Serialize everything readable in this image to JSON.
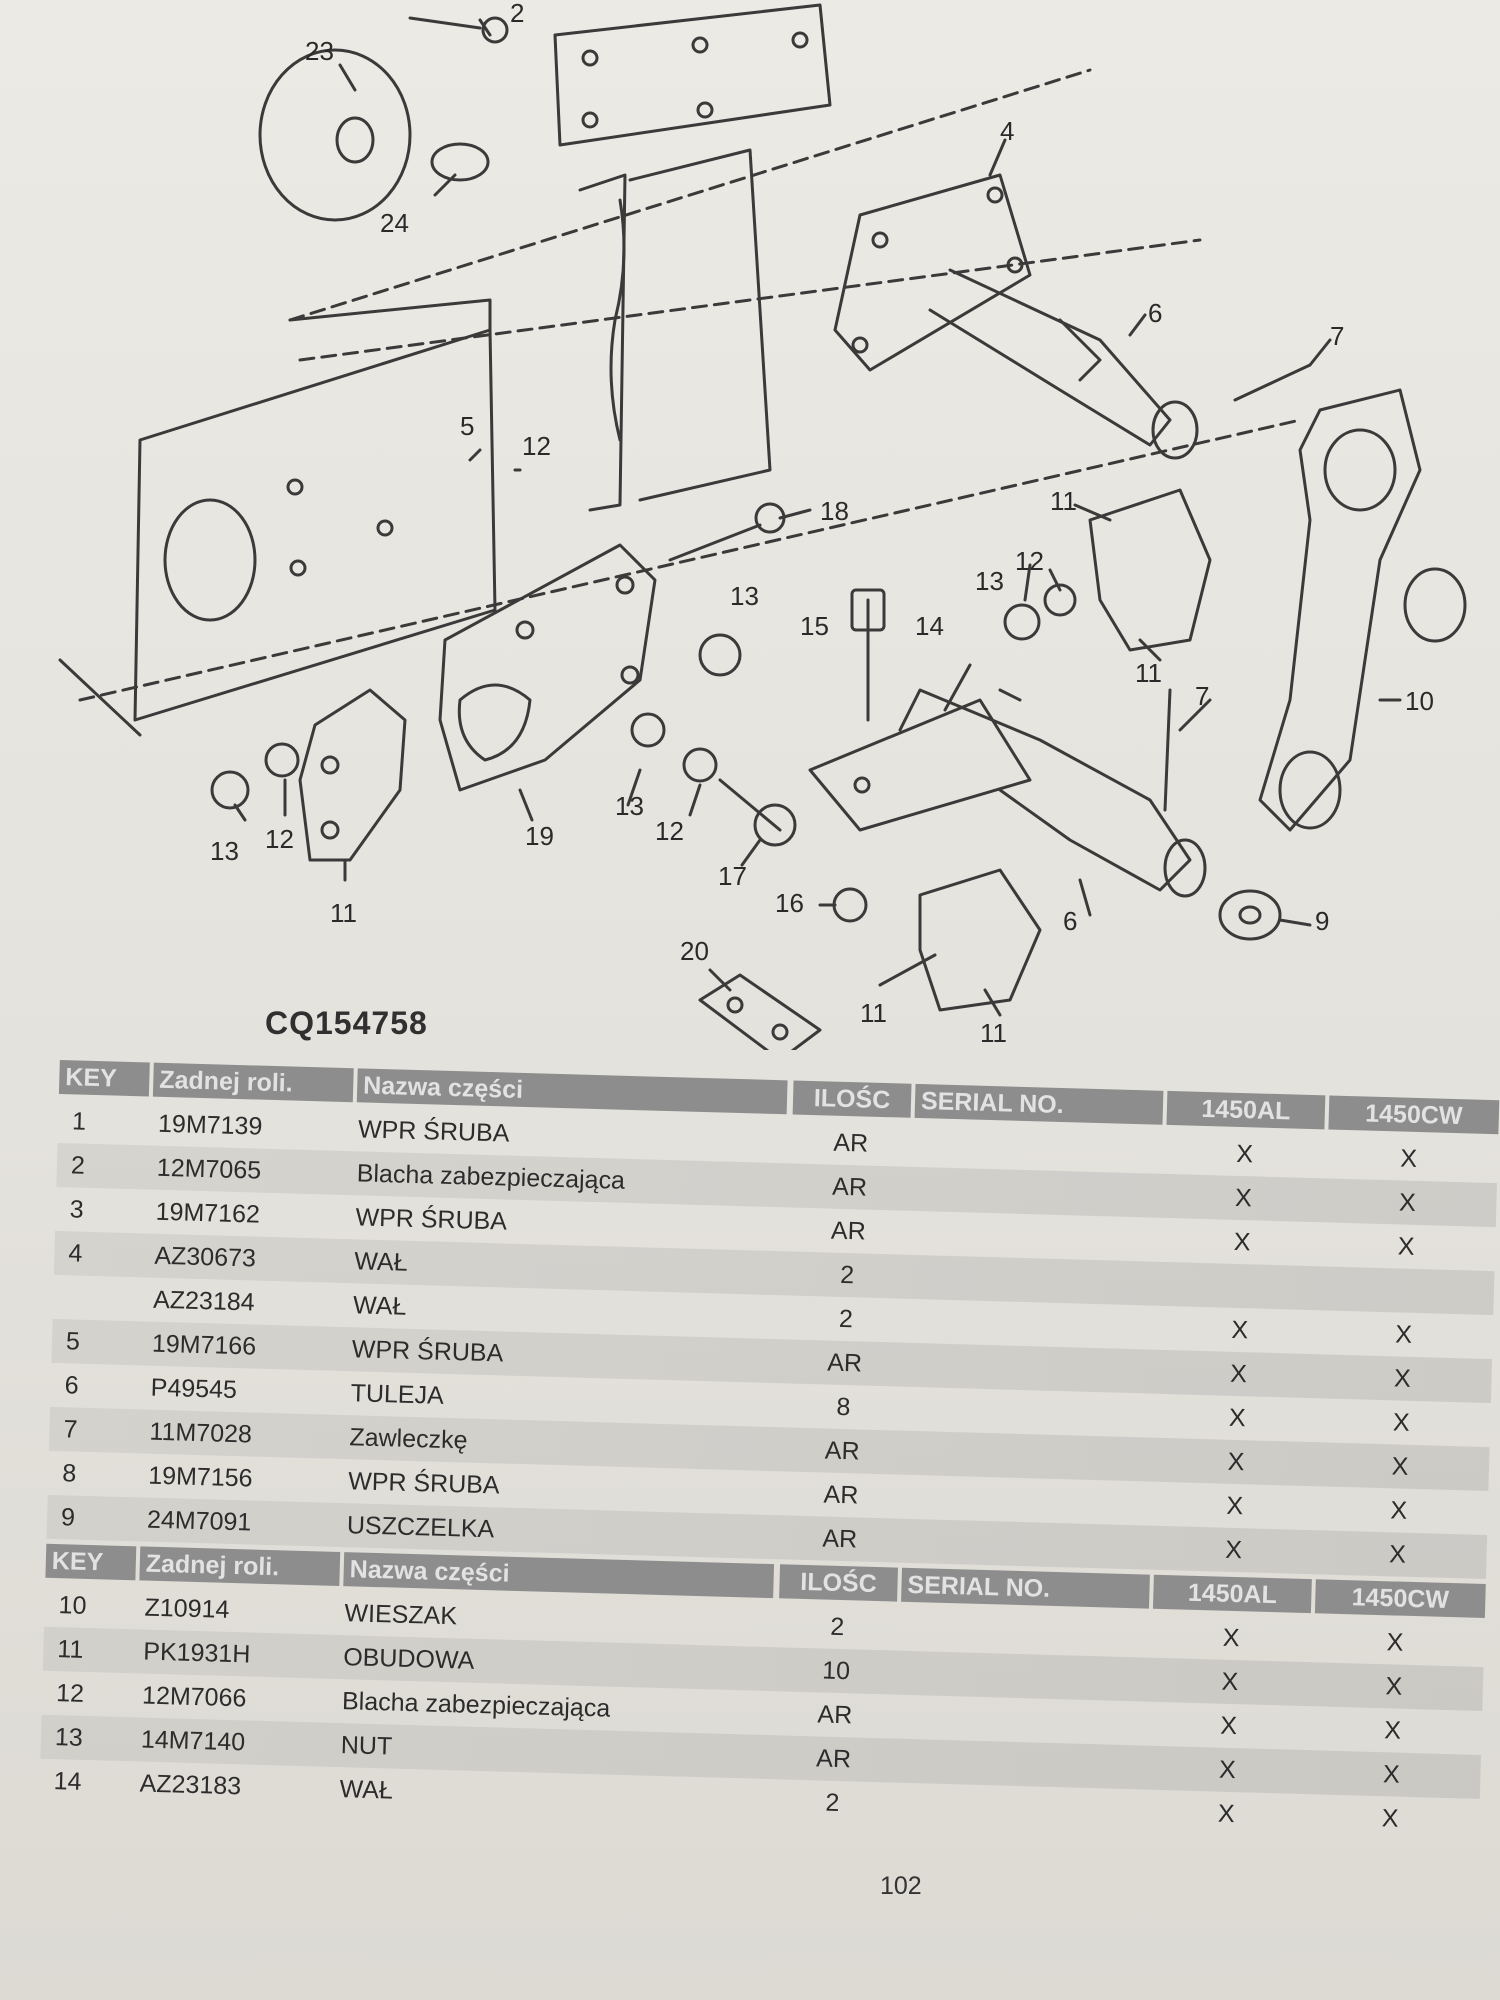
{
  "diagram": {
    "id": "CQ154758",
    "callouts": [
      "23",
      "2",
      "4",
      "24",
      "6",
      "7",
      "5",
      "12",
      "18",
      "11",
      "12",
      "13",
      "13",
      "15",
      "14",
      "11",
      "7",
      "10",
      "13",
      "12",
      "11",
      "19",
      "13",
      "12",
      "17",
      "16",
      "6",
      "9",
      "20",
      "11",
      "11"
    ]
  },
  "table": {
    "headers": {
      "key": "KEY",
      "part_no": "Zadnej roli.",
      "name": "Nazwa części",
      "qty": "ILOŚC",
      "serial": "SERIAL NO.",
      "model1": "1450AL",
      "model2": "1450CW"
    },
    "header2": {
      "key": "KEY",
      "part_no": "Zadnej roli.",
      "name": "Nazwa części",
      "qty": "ILOŚC",
      "serial": "SERIAL NO.",
      "model1": "1450AL",
      "model2": "1450CW"
    },
    "rows1": [
      {
        "key": "1",
        "part": "19M7139",
        "name": "WPR ŚRUBA",
        "qty": "AR",
        "m1": "X",
        "m2": "X"
      },
      {
        "key": "2",
        "part": "12M7065",
        "name": "Blacha zabezpieczająca",
        "qty": "AR",
        "m1": "X",
        "m2": "X"
      },
      {
        "key": "3",
        "part": "19M7162",
        "name": "WPR ŚRUBA",
        "qty": "AR",
        "m1": "X",
        "m2": "X"
      },
      {
        "key": "4",
        "part": "AZ30673",
        "name": "WAŁ",
        "qty": "2",
        "m1": "",
        "m2": ""
      },
      {
        "key": "",
        "part": "AZ23184",
        "name": "WAŁ",
        "qty": "2",
        "m1": "X",
        "m2": "X"
      },
      {
        "key": "5",
        "part": "19M7166",
        "name": "WPR ŚRUBA",
        "qty": "AR",
        "m1": "X",
        "m2": "X"
      },
      {
        "key": "6",
        "part": "P49545",
        "name": "TULEJA",
        "qty": "8",
        "m1": "X",
        "m2": "X"
      },
      {
        "key": "7",
        "part": "11M7028",
        "name": "Zawleczkę",
        "qty": "AR",
        "m1": "X",
        "m2": "X"
      },
      {
        "key": "8",
        "part": "19M7156",
        "name": "WPR ŚRUBA",
        "qty": "AR",
        "m1": "X",
        "m2": "X"
      },
      {
        "key": "9",
        "part": "24M7091",
        "name": "USZCZELKA",
        "qty": "AR",
        "m1": "X",
        "m2": "X"
      }
    ],
    "rows2": [
      {
        "key": "10",
        "part": "Z10914",
        "name": "WIESZAK",
        "qty": "2",
        "m1": "X",
        "m2": "X"
      },
      {
        "key": "11",
        "part": "PK1931H",
        "name": "OBUDOWA",
        "qty": "10",
        "m1": "X",
        "m2": "X"
      },
      {
        "key": "12",
        "part": "12M7066",
        "name": "Blacha zabezpieczająca",
        "qty": "AR",
        "m1": "X",
        "m2": "X"
      },
      {
        "key": "13",
        "part": "14M7140",
        "name": "NUT",
        "qty": "AR",
        "m1": "X",
        "m2": "X"
      },
      {
        "key": "14",
        "part": "AZ23183",
        "name": "WAŁ",
        "qty": "2",
        "m1": "X",
        "m2": "X"
      }
    ]
  },
  "page_number": "102"
}
